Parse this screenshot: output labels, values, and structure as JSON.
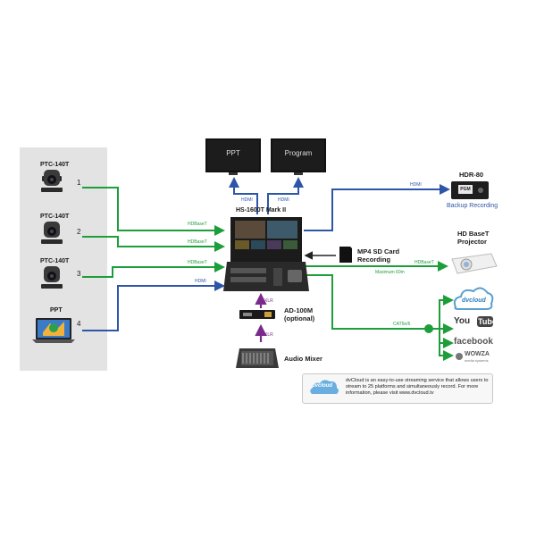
{
  "cameras": [
    {
      "label": "PTC-140T",
      "number": "1"
    },
    {
      "label": "PTC-140T",
      "number": "2"
    },
    {
      "label": "PTC-140T",
      "number": "3"
    }
  ],
  "laptop": {
    "label": "PPT",
    "number": "4"
  },
  "monitors": [
    {
      "screen_text": "PPT",
      "cable": "HDMI"
    },
    {
      "screen_text": "Program",
      "cable": "HDMI"
    }
  ],
  "switcher": {
    "label": "HS-1600T Mark II"
  },
  "links": {
    "hdbaset_1": "HDBaseT",
    "hdbaset_2": "HDBaseT",
    "hdbaset_3": "HDBaseT",
    "hdmi_4": "HDMI",
    "hdmi_recorder": "HDMI",
    "projector_link": "HDBaseT",
    "projector_range": "Maximum 60m",
    "stream_link": "CAT5e/6",
    "xlr_1": "XLR",
    "xlr_2": "XLR"
  },
  "sd_card": {
    "line1": "MP4 SD Card",
    "line2": "Recording"
  },
  "recorder": {
    "title": "HDR-80",
    "subtitle": "Backup Recording",
    "screen": "PGM"
  },
  "projector": {
    "line1": "HD BaseT",
    "line2": "Projector"
  },
  "converter": {
    "line1": "AD-100M",
    "line2": "(optional)"
  },
  "mixer": {
    "label": "Audio Mixer"
  },
  "platforms": {
    "dvcloud": "dvcloud",
    "youtube_a": "You",
    "youtube_b": "Tube",
    "facebook": "facebook",
    "wowza": "WOWZA",
    "wowza_sub": "media systems"
  },
  "note": {
    "badge": "dvcloud",
    "text": "dvCloud is an easy-to-use streaming service that allows users to stream to 25 platforms and simultaneously record. For more information, please visit www.dvcloud.tv"
  },
  "colors": {
    "green": "#1d9e3a",
    "blue": "#2e56a8",
    "purple": "#7a2a8a",
    "panel": "#e3e3e3"
  }
}
